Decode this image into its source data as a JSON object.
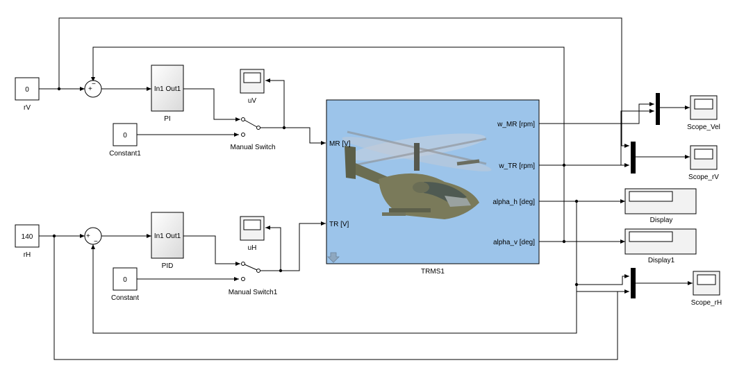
{
  "blocks": {
    "rV": {
      "value": "0",
      "name": "rV"
    },
    "rH": {
      "value": "140",
      "name": "rH"
    },
    "constant1": {
      "value": "0",
      "name": "Constant1"
    },
    "constant": {
      "value": "0",
      "name": "Constant"
    },
    "pi": {
      "ports": "In1 Out1",
      "name": "PI"
    },
    "pid": {
      "ports": "In1 Out1",
      "name": "PID"
    },
    "uV": {
      "name": "uV"
    },
    "uH": {
      "name": "uH"
    },
    "manual_switch": {
      "name": "Manual Switch"
    },
    "manual_switch1": {
      "name": "Manual Switch1"
    },
    "sum_v": {
      "signs": "+",
      "minus": "−"
    },
    "sum_h": {
      "signs": "+",
      "minus": "−"
    },
    "trms": {
      "name": "TRMS1",
      "in_mr": "MR [V]",
      "in_tr": "TR [V]",
      "out_wmr": "w_MR [rpm]",
      "out_wtr": "w_TR [rpm]",
      "out_alpha_h": "alpha_h [deg]",
      "out_alpha_v": "alpha_v [deg]"
    },
    "display": {
      "name": "Display"
    },
    "display1": {
      "name": "Display1"
    },
    "scope_vel": {
      "name": "Scope_Vel"
    },
    "scope_rv": {
      "name": "Scope_rV"
    },
    "scope_rh": {
      "name": "Scope_rH"
    }
  },
  "colors": {
    "subsystem_bg": "#9cc4ea",
    "block_gray": "#e6e6e6"
  }
}
